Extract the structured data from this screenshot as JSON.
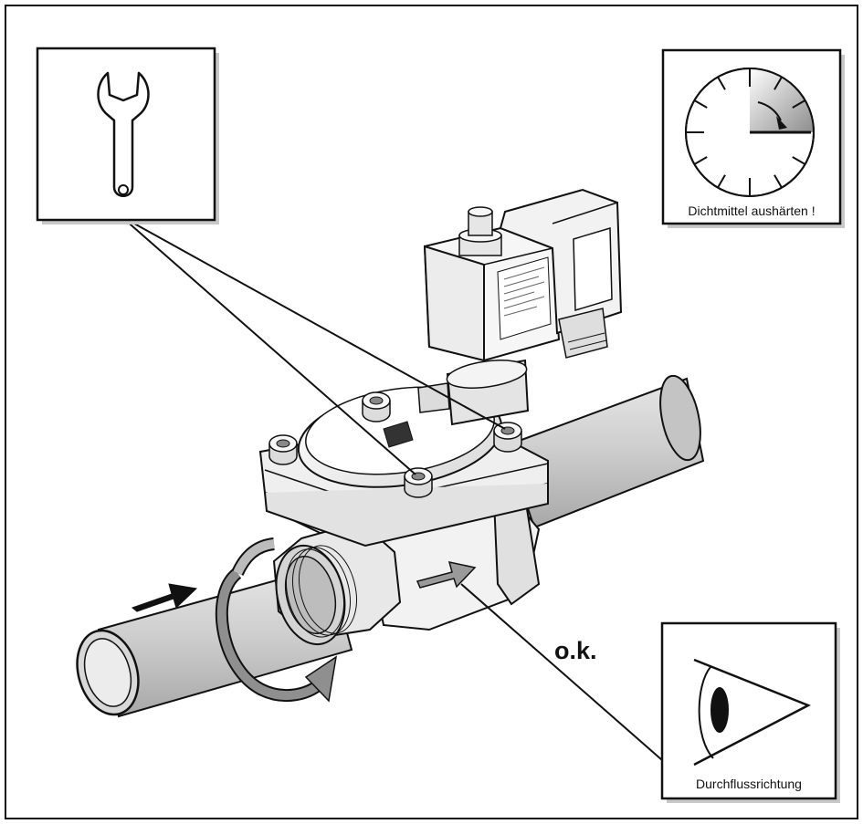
{
  "callouts": {
    "sealant_label": "Dichtmittel aushärten !",
    "flow_label": "Durchflussrichtung",
    "ok_label": "o.k."
  },
  "colors": {
    "line": "#111111",
    "pipe_fill": "#c9c9c9",
    "pipe_dark": "#9a9a9a",
    "metal_light": "#eeeeee",
    "arrow_gray": "#8a8a8a",
    "clock_sector": "#9c9c9c"
  },
  "icons": [
    "wrench-icon",
    "clock-icon",
    "eye-icon",
    "flow-arrow-icon",
    "rotation-arrow-icon"
  ]
}
